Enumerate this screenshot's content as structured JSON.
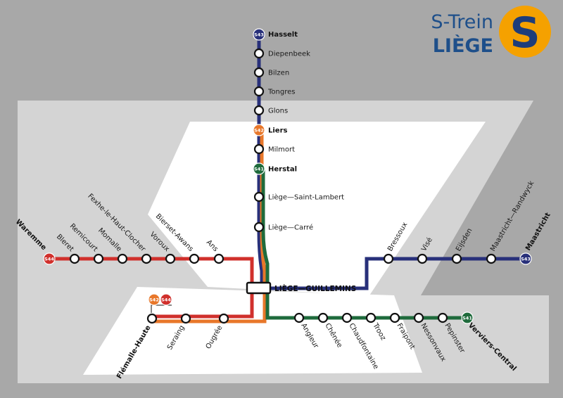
{
  "brand": {
    "line1": "S-Trein",
    "line2": "LIÈGE",
    "logo_letter": "S",
    "color_text": "#1e4f8a",
    "color_logo_bg": "#f5a100",
    "color_logo_fg": "#1e3d7a"
  },
  "colors": {
    "background": "#a8a8a8",
    "region": "#d4d4d4",
    "valley": "#ffffff",
    "S41": "#1f6b3c",
    "S42": "#e8772a",
    "S43": "#28307a",
    "S44": "#d0302c"
  },
  "lines": [
    {
      "id": "S41",
      "label": "S41"
    },
    {
      "id": "S42",
      "label": "S42"
    },
    {
      "id": "S43",
      "label": "S43"
    },
    {
      "id": "S44",
      "label": "S44"
    }
  ],
  "hub": {
    "name": "LIÈGE—GUILLEMINS"
  },
  "stations": {
    "hasselt": "Hasselt",
    "diepenbeek": "Diepenbeek",
    "bilzen": "Bilzen",
    "tongres": "Tongres",
    "glons": "Glons",
    "liers": "Liers",
    "milmort": "Milmort",
    "herstal": "Herstal",
    "lsl": "Liège—Saint-Lambert",
    "lcarre": "Liège—Carré",
    "bressoux": "Bressoux",
    "vise": "Visé",
    "eijsden": "Eijsden",
    "mrandwyck": "Maastricht—Randwyck",
    "maastricht": "Maastricht",
    "waremme": "Waremme",
    "bleret": "Bleret",
    "remicourt": "Remicourt",
    "momalle": "Momalle",
    "fexhe": "Fexhe-le-Haut-Clocher",
    "voroux": "Voroux",
    "bierset": "Bierset-Awans",
    "ans": "Ans",
    "flemalle": "Flémalle-Haute",
    "seraing": "Seraing",
    "ougree": "Ougrée",
    "angleur": "Angleur",
    "chenee": "Chênée",
    "chaudfontaine": "Chaudfontaine",
    "trooz": "Trooz",
    "fraipont": "Fraipont",
    "nessonvaux": "Nessonvaux",
    "pepinster": "Pepinster",
    "verviers": "Verviers-Central"
  }
}
